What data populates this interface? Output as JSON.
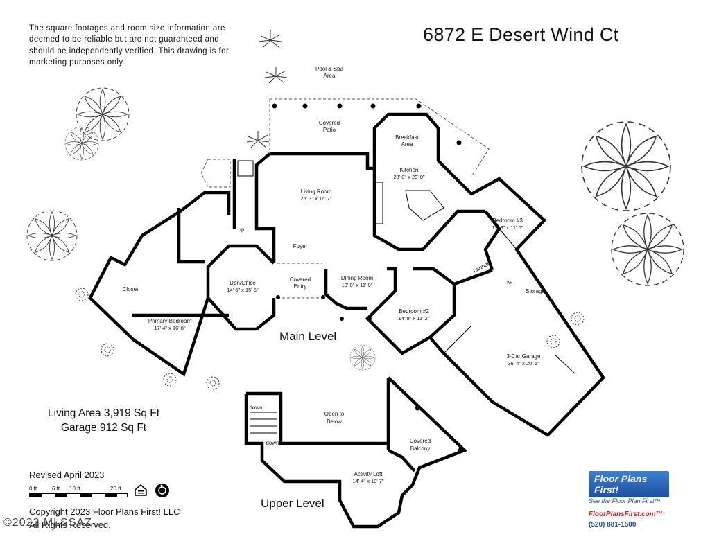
{
  "title": "6872 E Desert Wind Ct",
  "disclaimer": "The square footages and room size information are deemed to be reliable but are not guaranteed and should be independently verified. This drawing is for marketing purposes only.",
  "levels": {
    "main": "Main Level",
    "upper": "Upper Level"
  },
  "areas": {
    "living": "Living Area 3,919 Sq Ft",
    "garage": "Garage 912 Sq Ft"
  },
  "revised": "Revised April 2023",
  "scale_labels": [
    "0 ft.",
    "6 ft.",
    "10 ft.",
    "20 ft."
  ],
  "copyright": "Copyright 2023 Floor Plans First! LLC",
  "rights": "All Rights Reserved.",
  "watermark": "©2023 MLSSAZ",
  "brand": {
    "logo": "Floor Plans First!",
    "tagline": "See the Floor Plan First™",
    "url": "FloorPlansFirst.com™",
    "phone": "(520) 881-1500"
  },
  "rooms": {
    "pool": [
      "Pool & Spa",
      "Area"
    ],
    "patio": [
      "Covered",
      "Patio"
    ],
    "breakfast": [
      "Breakfast",
      "Area"
    ],
    "kitchen": [
      "Kitchen",
      "23' 0\" x 20' 0\""
    ],
    "living": [
      "Living Room",
      "25' 3\" x 16' 7\""
    ],
    "bedroom3": [
      "Bedroom #3",
      "12' 8\" x 11' 0\""
    ],
    "foyer": [
      "Foyer"
    ],
    "laundry": [
      "Laundry"
    ],
    "closet": [
      "Closet"
    ],
    "den": [
      "Den/Office",
      "14' 6\" x 15' 5\""
    ],
    "entry": [
      "Covered",
      "Entry"
    ],
    "dining": [
      "Dining Room",
      "13' 8\" x 11' 0\""
    ],
    "storage": [
      "Storage"
    ],
    "bedroom2": [
      "Bedroom #2",
      "14' 9\" x 11' 2\""
    ],
    "primary": [
      "Primary Bedroom",
      "17' 4\" x 16' 8\""
    ],
    "garage": [
      "3-Car Garage",
      "36' 4\" x 20' 6\""
    ],
    "open": [
      "Open to",
      "Below"
    ],
    "balcony": [
      "Covered",
      "Balcony"
    ],
    "loft": [
      "Activity Loft",
      "14' 4\" x 18' 7\""
    ]
  },
  "annotations": {
    "up": "up",
    "down1": "down",
    "down2": "down",
    "wh": "WH"
  },
  "icons": [
    "equal-housing-icon",
    "accessibility-icon",
    "tree-icon",
    "palm-icon",
    "shrub-icon"
  ]
}
